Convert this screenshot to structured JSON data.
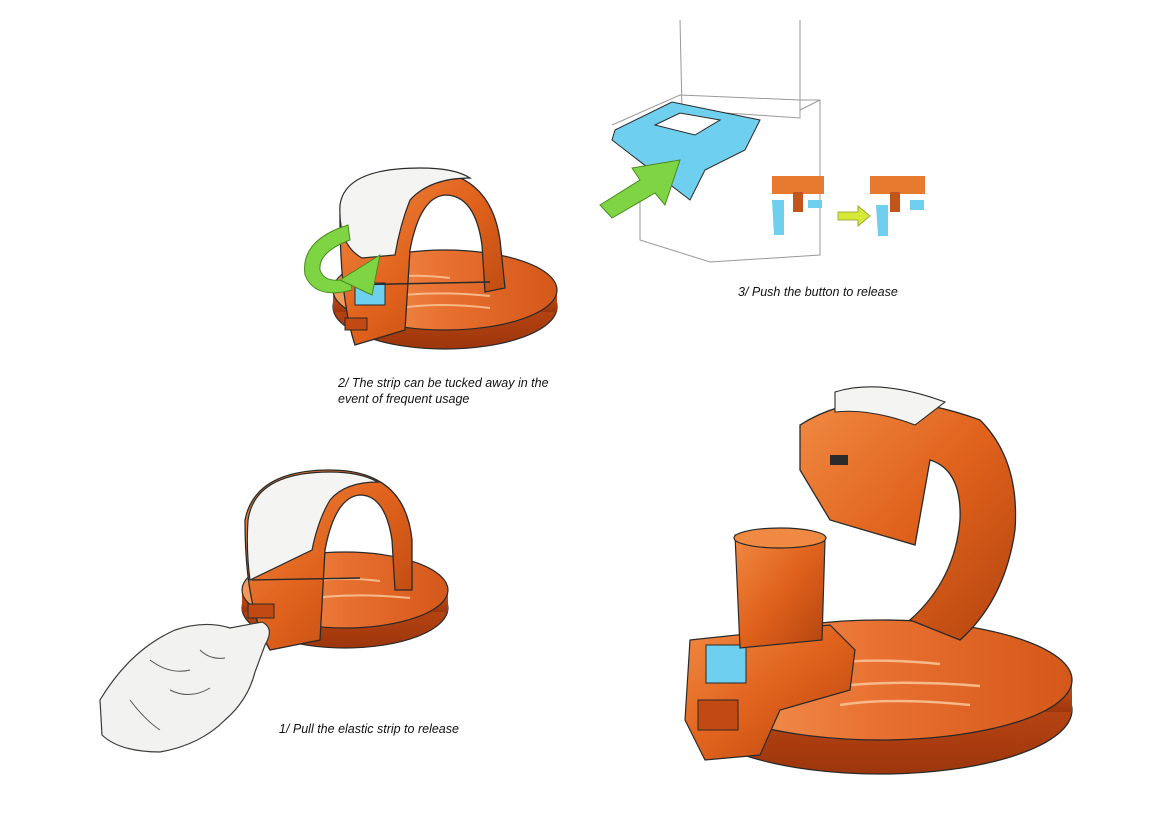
{
  "colors": {
    "body": "#e0621c",
    "body_dark": "#a93b0b",
    "body_light": "#f5a066",
    "strip": "#f4f4f2",
    "button": "#6fcfee",
    "arrow": "#7fd444",
    "outline": "#2a2a2a"
  },
  "icons": [
    "green-arrow",
    "hand",
    "push-button"
  ],
  "steps": {
    "step2": {
      "line1": "2/ The strip can be tucked away in the",
      "line2": "event of frequent usage"
    },
    "step3": {
      "text": "3/ Push the button to release"
    },
    "step1": {
      "text": "1/ Pull the elastic strip to release"
    }
  }
}
